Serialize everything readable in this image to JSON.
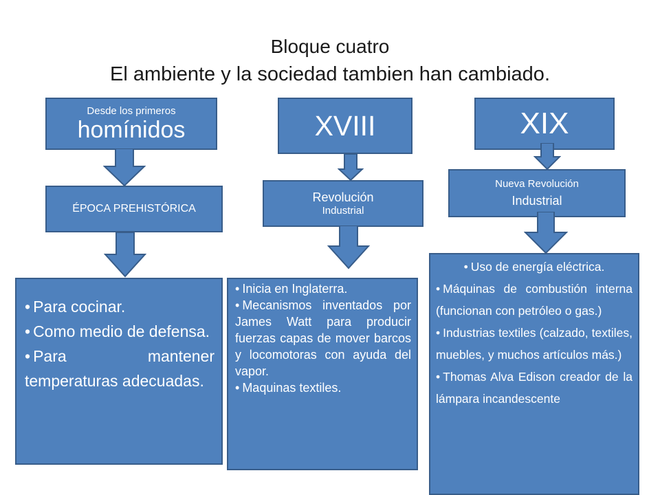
{
  "title": {
    "line1": "Bloque cuatro",
    "line2": "El ambiente y la sociedad tambien han cambiado."
  },
  "columns": {
    "left": {
      "header_small": "Desde los primeros",
      "header_big": "homínidos",
      "middle": "ÉPOCA PREHISTÓRICA",
      "bullets": [
        "Para cocinar.",
        "Como medio de defensa.",
        "Para mantener temperaturas adecuadas."
      ]
    },
    "center": {
      "header": "XVIII",
      "middle_line1": "Revolución",
      "middle_line2": "Industrial",
      "bullets": [
        "Inicia en Inglaterra.",
        "Mecanismos inventados por James Watt para producir fuerzas capas de mover barcos y locomotoras con ayuda del vapor.",
        "Maquinas textiles."
      ]
    },
    "right": {
      "header": "XIX",
      "middle_line1": "Nueva Revolución",
      "middle_line2": "Industrial",
      "bullets": [
        "Uso de energía eléctrica.",
        "Máquinas de combustión interna (funcionan con petróleo o gas.)",
        "Industrias textiles (calzado, textiles, muebles, y muchos artículos más.)",
        "Thomas Alva Edison creador de la lámpara incandescente"
      ]
    }
  },
  "colors": {
    "box_fill": "#4f81bd",
    "box_border": "#385d8a",
    "text": "#ffffff"
  }
}
